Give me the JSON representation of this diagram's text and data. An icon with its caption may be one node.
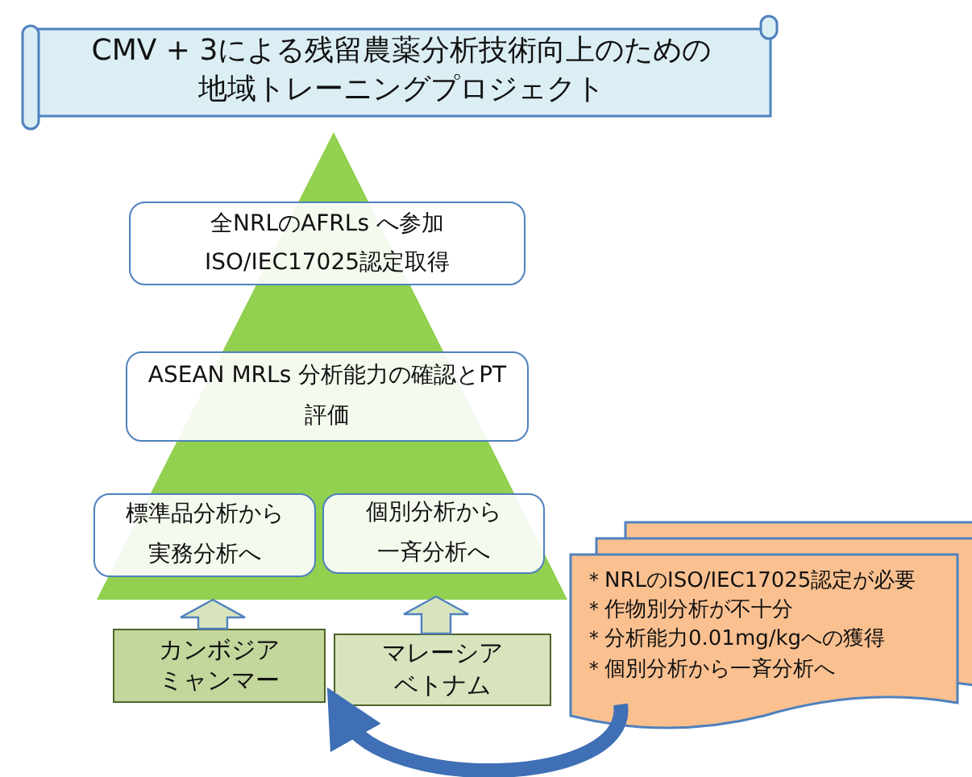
{
  "diagram": {
    "nodes": [
      {
        "text": [
          "CMV + 3による残留農薬分析技術向上のための地域トレーニングプロジェクト"
        ]
      },
      {
        "text": [
          "全NRLのAFRLs へ参加",
          "ISO/IEC17025認定取得"
        ]
      },
      {
        "text": [
          "ASEAN MRLs 分析能力の確認とPT評価"
        ]
      },
      {
        "text": [
          "標準品分析から実務分析へ"
        ]
      },
      {
        "text": [
          "個別分析から一斉分析へ"
        ]
      },
      {
        "text": [
          "カンボジア",
          "ミャンマー"
        ]
      },
      {
        "text": [
          "マレーシア",
          "ベトナム"
        ]
      },
      {
        "text": [
          "＊NRLのISO/IEC17025認定が必要",
          "＊作物別分析が不十分",
          "＊分析能力0.01mg/kgへの獲得",
          "＊個別分析から一斉分析へ"
        ]
      }
    ],
    "edges": [
      {
        "from": 5,
        "to": 3,
        "arrow": "to"
      },
      {
        "from": 6,
        "to": 4,
        "arrow": "to"
      },
      {
        "from": 7,
        "to": 5,
        "arrow": "to",
        "color": "#3f6fb5"
      }
    ]
  }
}
